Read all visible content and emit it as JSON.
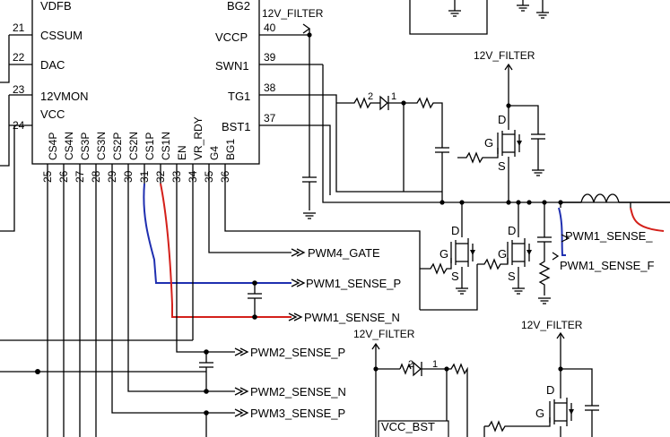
{
  "ic": {
    "left_pins": [
      {
        "num": "",
        "name": "VDFB"
      },
      {
        "num": "21",
        "name": "CSSUM"
      },
      {
        "num": "22",
        "name": "DAC"
      },
      {
        "num": "23",
        "name": "12VMON"
      },
      {
        "num": "24",
        "name": "VCC"
      }
    ],
    "right_pins": [
      {
        "num": "",
        "name": "BG2"
      },
      {
        "num": "40",
        "name": "VCCP"
      },
      {
        "num": "39",
        "name": "SWN1"
      },
      {
        "num": "38",
        "name": "TG1"
      },
      {
        "num": "37",
        "name": "BST1"
      }
    ],
    "bottom_pins": [
      {
        "num": "25",
        "name": "CS4P"
      },
      {
        "num": "26",
        "name": "CS4N"
      },
      {
        "num": "27",
        "name": "CS3P"
      },
      {
        "num": "28",
        "name": "CS3N"
      },
      {
        "num": "29",
        "name": "CS2P"
      },
      {
        "num": "30",
        "name": "CS2N"
      },
      {
        "num": "31",
        "name": "CS1P"
      },
      {
        "num": "32",
        "name": "CS1N"
      },
      {
        "num": "33",
        "name": "EN"
      },
      {
        "num": "34",
        "name": "VR_RDY"
      },
      {
        "num": "35",
        "name": "G4"
      },
      {
        "num": "36",
        "name": "BG1"
      }
    ]
  },
  "nets": {
    "twelve_v_filter": "12V_FILTER",
    "pwm4_gate": "PWM4_GATE",
    "pwm1_sense_p": "PWM1_SENSE_P",
    "pwm1_sense_n": "PWM1_SENSE_N",
    "pwm2_sense_p": "PWM2_SENSE_P",
    "pwm2_sense_n": "PWM2_SENSE_N",
    "pwm3_sense_p": "PWM3_SENSE_P",
    "pwm1_sense_right_top": "PWM1_SENSE_",
    "pwm1_sense_right_bottom": "PWM1_SENSE_F",
    "vcc_bst": "VCC_BST"
  },
  "mosfet": {
    "d": "D",
    "g": "G",
    "s": "S"
  },
  "diode": {
    "anode": "2",
    "cathode": "1"
  },
  "colors": {
    "sense_p": "#1f2fb0",
    "sense_n": "#d4201a"
  }
}
